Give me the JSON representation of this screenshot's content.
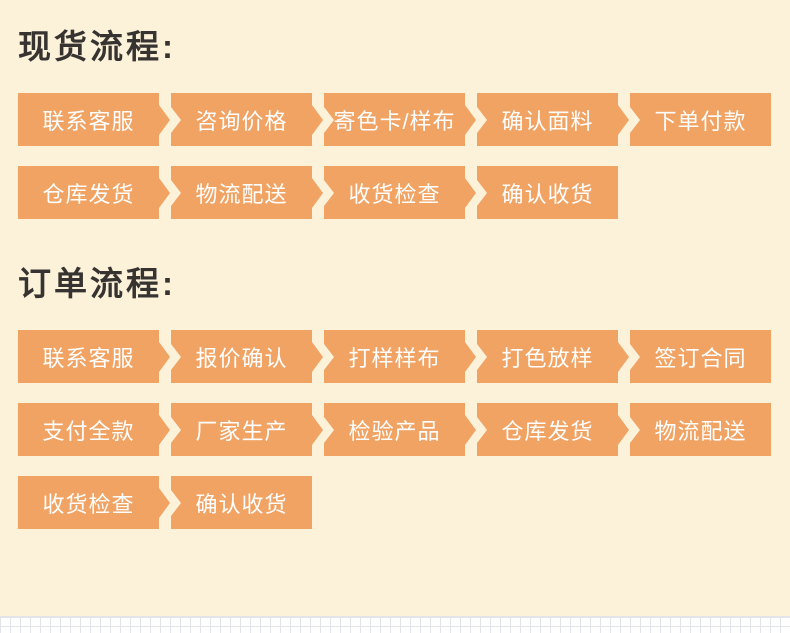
{
  "theme": {
    "background": "#fcf2da",
    "accent": "#f1a364",
    "step_text": "#ffffff",
    "heading_text": "#363331",
    "grid_line": "#e3e3ea"
  },
  "sections": [
    {
      "title": "现货流程:",
      "rows": [
        [
          "联系客服",
          "咨询价格",
          "寄色卡/样布",
          "确认面料",
          "下单付款"
        ],
        [
          "仓库发货",
          "物流配送",
          "收货检查",
          "确认收货"
        ]
      ]
    },
    {
      "title": "订单流程:",
      "rows": [
        [
          "联系客服",
          "报价确认",
          "打样样布",
          "打色放样",
          "签订合同"
        ],
        [
          "支付全款",
          "厂家生产",
          "检验产品",
          "仓库发货",
          "物流配送"
        ],
        [
          "收货检查",
          "确认收货"
        ]
      ]
    }
  ]
}
